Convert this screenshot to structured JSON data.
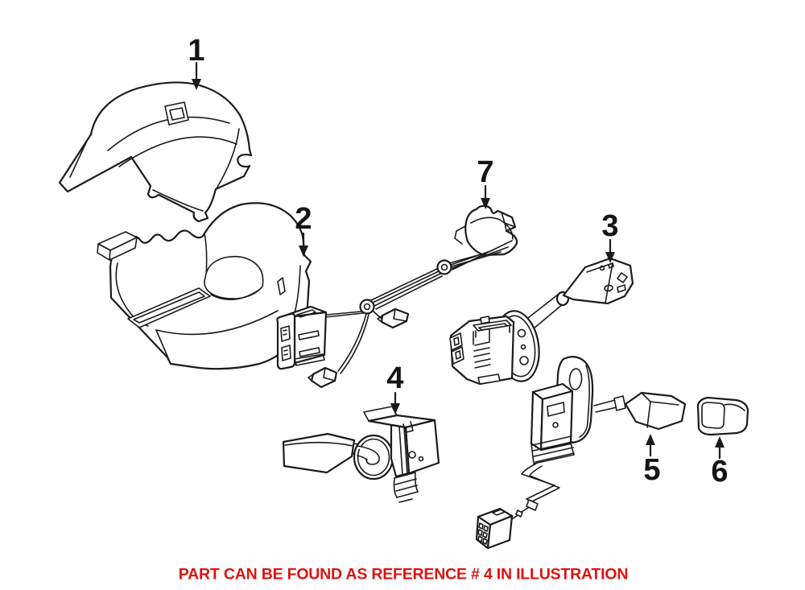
{
  "diagram": {
    "background": "#ffffff",
    "line_color": "#1b1b1b",
    "label_color": "#141414",
    "callouts": [
      {
        "number": "1"
      },
      {
        "number": "2"
      },
      {
        "number": "3"
      },
      {
        "number": "4"
      },
      {
        "number": "5"
      },
      {
        "number": "6"
      },
      {
        "number": "7"
      }
    ],
    "caption": {
      "text": "PART CAN BE FOUND AS REFERENCE # 4 IN ILLUSTRATION",
      "color": "#dc1411",
      "reference_number": "4"
    }
  }
}
